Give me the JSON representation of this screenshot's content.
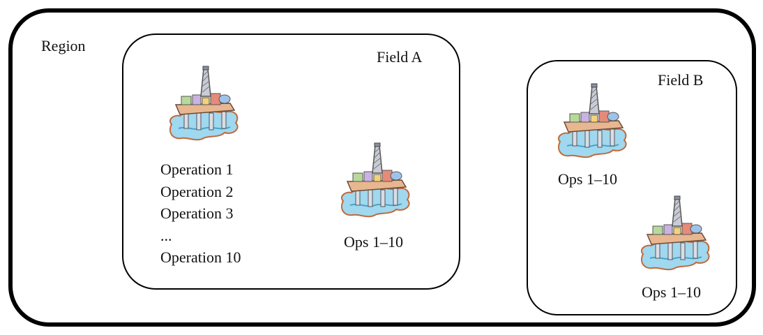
{
  "region": {
    "label": "Region"
  },
  "field_a": {
    "label": "Field A",
    "rig_1": {
      "icon": "oil-platform-icon",
      "operations": [
        "Operation 1",
        "Operation 2",
        "Operation 3",
        "...",
        "Operation 10"
      ]
    },
    "rig_2": {
      "icon": "oil-platform-icon",
      "label": "Ops 1–10"
    }
  },
  "field_b": {
    "label": "Field B",
    "rig_1": {
      "icon": "oil-platform-icon",
      "label": "Ops 1–10"
    },
    "rig_2": {
      "icon": "oil-platform-icon",
      "label": "Ops 1–10"
    }
  },
  "colors": {
    "border": "#000000",
    "water": "#9fd8ef",
    "tower": "#8a8fa0",
    "deck": "#e8b78f"
  }
}
